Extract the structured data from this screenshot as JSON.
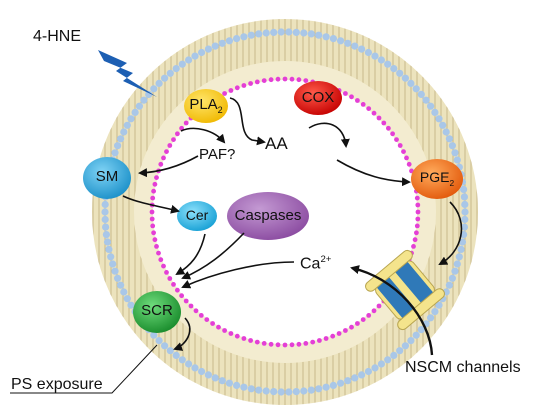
{
  "labels": {
    "hne": "4-HNE",
    "pla2_main": "PLA",
    "pla2_sub": "2",
    "cox": "COX",
    "aa": "AA",
    "paf": "PAF?",
    "sm": "SM",
    "pge2_main": "PGE",
    "pge2_sub": "2",
    "cer": "Cer",
    "caspases": "Caspases",
    "ca_main": "Ca",
    "ca_sup": "2+",
    "scr": "SCR",
    "nscm": "NSCM channels",
    "ps": "PS exposure"
  },
  "colors": {
    "membrane_fill": "#e8dcae",
    "lipid_head": "#a9c7e8",
    "inner_head": "#e43fd6",
    "pla2": "#f5c400",
    "cox": "#e01010",
    "sm": "#2ba9de",
    "pge2": "#f26a12",
    "cer": "#2ab6ec",
    "caspases": "#9b5fb0",
    "scr": "#2aa83a",
    "lightning": "#1d5fb3",
    "channel_blue": "#2f79b8",
    "channel_yellow": "#f4e48c"
  },
  "icons": {
    "bolt": "lightning-bolt-icon",
    "channel": "ion-channel-icon"
  }
}
